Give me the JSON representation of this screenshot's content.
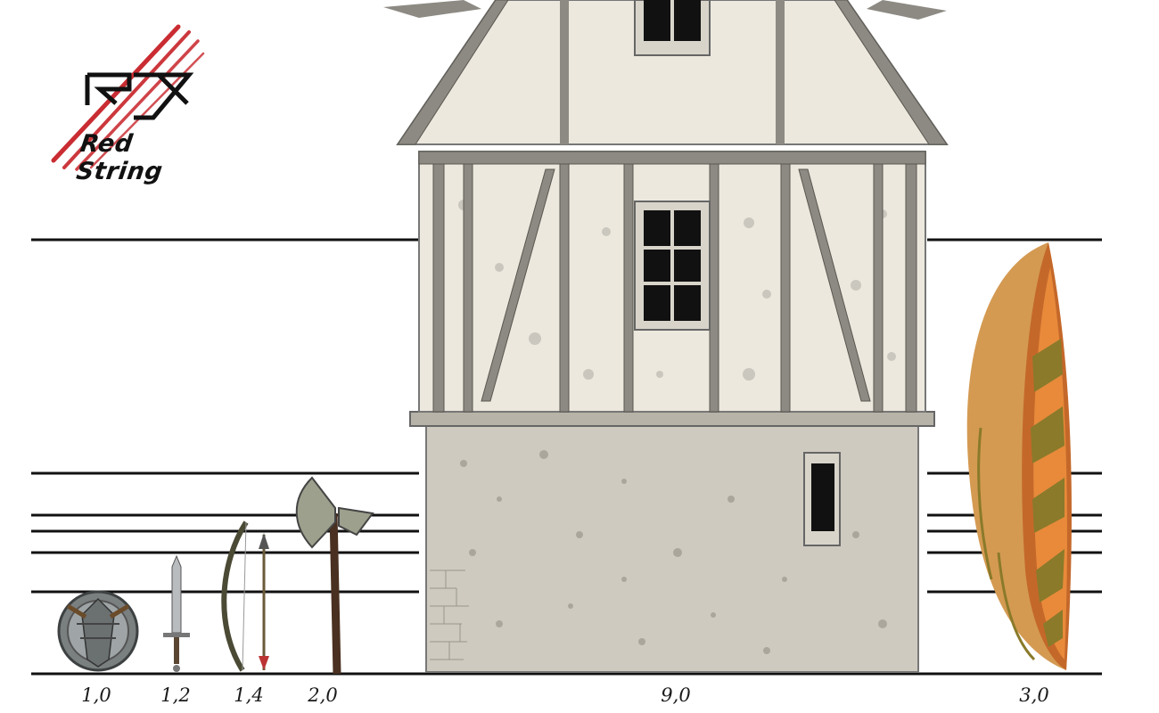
{
  "logo": {
    "initials": "RS",
    "text": "Red String"
  },
  "captions": [
    "1,0",
    "1,2",
    "1,4",
    "2,0",
    "9,0",
    "3,0"
  ],
  "colors": {
    "claw_red": "#c4161c",
    "line": "#111111",
    "boat_outer": "#d49a52",
    "boat_inner": "#e88a3a",
    "boat_shadow": "#8a7a2a",
    "house_plaster": "#ece8de",
    "house_stone": "#cfcac0",
    "timber": "#8d8a83"
  },
  "icons": [
    "shield-icon",
    "sword-icon",
    "bow-icon",
    "arrow-icon",
    "axe-icon",
    "house-icon",
    "boat-icon"
  ]
}
